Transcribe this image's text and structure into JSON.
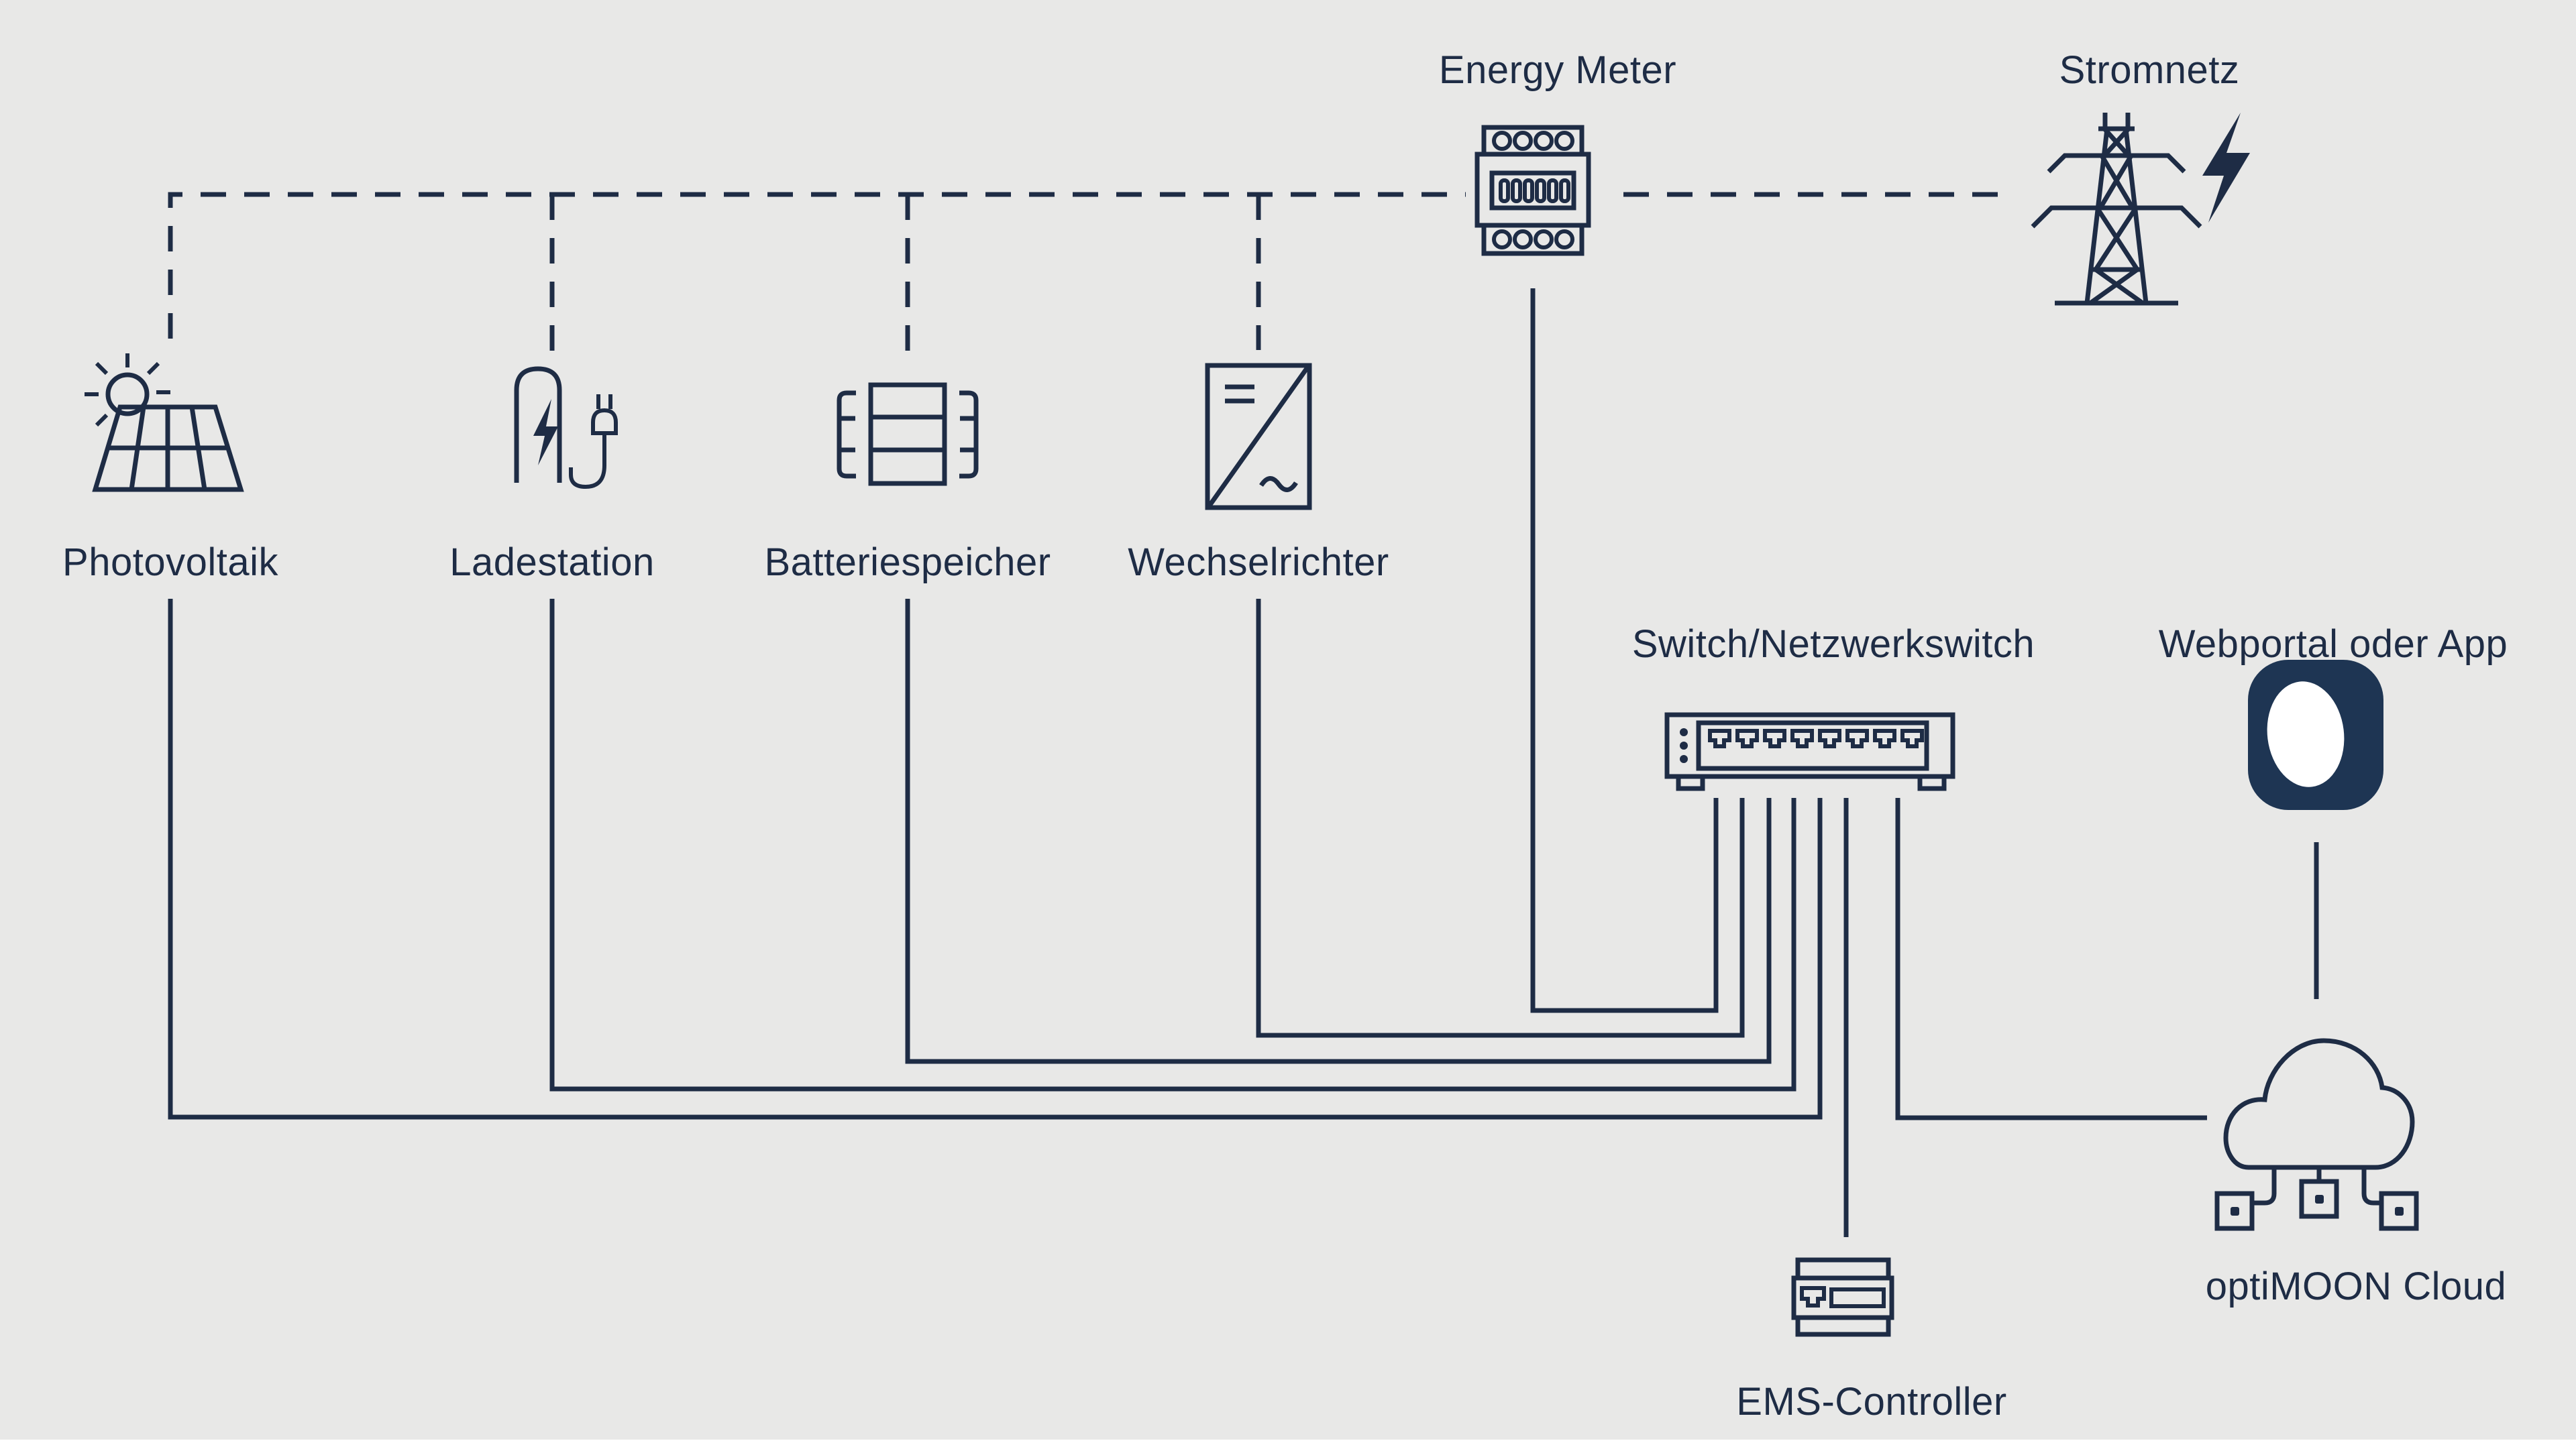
{
  "title": "Energiemanagement-System Diagramm",
  "colors": {
    "background": "#e8e8e7",
    "ink": "#1e2c45",
    "app_icon": "#1e3553",
    "blob": "#ffffff",
    "bottom_strip": "#ffffff"
  },
  "nodes": {
    "photovoltaik": {
      "label": "Photovoltaik",
      "icon": "solar-panel-icon"
    },
    "ladestation": {
      "label": "Ladestation",
      "icon": "ev-charger-icon"
    },
    "batteriespeicher": {
      "label": "Batteriespeicher",
      "icon": "battery-storage-icon"
    },
    "wechselrichter": {
      "label": "Wechselrichter",
      "icon": "inverter-icon"
    },
    "energy_meter": {
      "label": "Energy Meter",
      "icon": "energy-meter-icon"
    },
    "stromnetz": {
      "label": "Stromnetz",
      "icon": "power-grid-pylon-icon"
    },
    "switch": {
      "label": "Switch/Netzwerkswitch",
      "icon": "network-switch-icon"
    },
    "webportal": {
      "label": "Webportal oder App",
      "icon": "app-icon"
    },
    "cloud": {
      "label": "optiMOON Cloud",
      "icon": "cloud-icon"
    },
    "ems": {
      "label": "EMS-Controller",
      "icon": "ems-controller-icon"
    }
  },
  "connections": {
    "dashed_power_bus": "Photovoltaik / Ladestation / Batteriespeicher / Wechselrichter – Energy Meter – Stromnetz",
    "network_lines": [
      "Photovoltaik – Switch",
      "Ladestation – Switch",
      "Batteriespeicher – Switch",
      "Wechselrichter – Switch",
      "Energy Meter – Switch",
      "Switch – EMS-Controller",
      "Switch – optiMOON Cloud",
      "Webportal oder App – optiMOON Cloud"
    ]
  }
}
